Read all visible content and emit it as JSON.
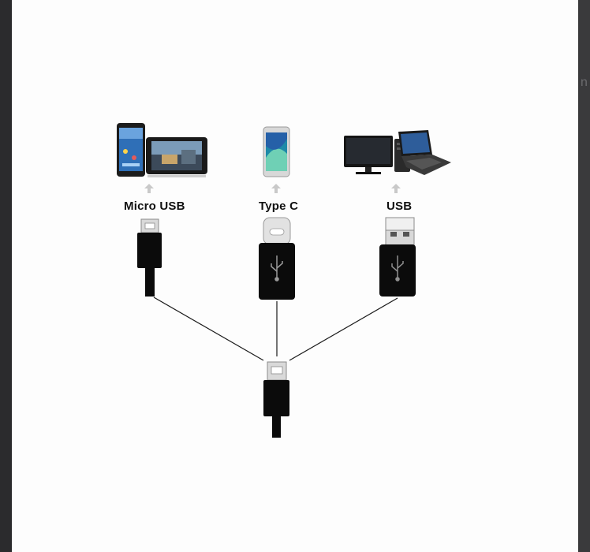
{
  "diagram": {
    "labels": {
      "micro_usb": "Micro USB",
      "type_c": "Type C",
      "usb": "USB"
    },
    "icons": {
      "micro_usb_devices": [
        "smartphone-icon",
        "tablet-icon"
      ],
      "type_c_devices": [
        "smartphone-icon"
      ],
      "usb_devices": [
        "desktop-computer-icon",
        "laptop-icon"
      ]
    },
    "colors": {
      "background": "#fdfdfd",
      "connector": "#0b0b0b",
      "metal": "#d9d9d9",
      "arrow": "#c9c9c9"
    }
  }
}
